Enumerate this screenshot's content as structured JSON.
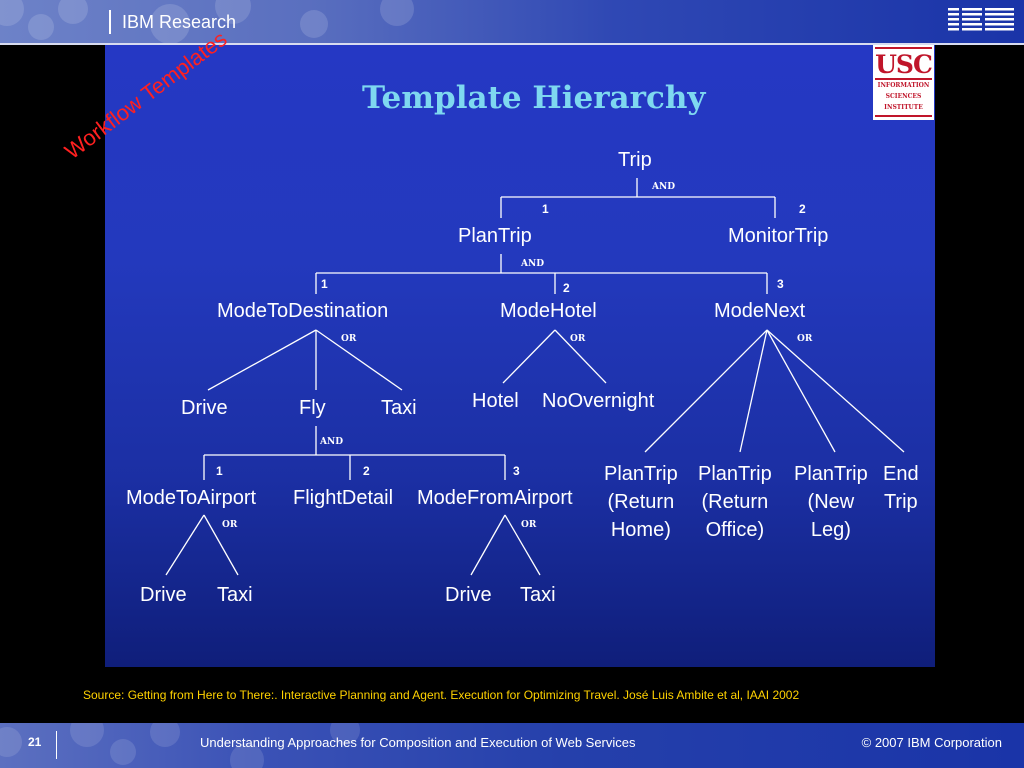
{
  "header": {
    "title": "IBM Research",
    "logo": "IBM"
  },
  "diagram": {
    "title": "Template Hierarchy",
    "watermark": "Workflow Templates",
    "usc_logo": {
      "name": "USC",
      "lines": [
        "INFORMATION",
        "SCIENCES",
        "INSTITUTE"
      ]
    },
    "nodes": {
      "trip": "Trip",
      "plan_trip": "PlanTrip",
      "monitor_trip": "MonitorTrip",
      "mode_to_destination": "ModeToDestination",
      "mode_hotel": "ModeHotel",
      "mode_next": "ModeNext",
      "drive_1": "Drive",
      "fly": "Fly",
      "taxi_1": "Taxi",
      "hotel": "Hotel",
      "no_overnight": "NoOvernight",
      "mode_to_airport": "ModeToAirport",
      "flight_detail": "FlightDetail",
      "mode_from_airport": "ModeFromAirport",
      "plan_trip_return_home": [
        "PlanTrip",
        "(Return",
        "Home)"
      ],
      "plan_trip_return_office": [
        "PlanTrip",
        "(Return",
        "Office)"
      ],
      "plan_trip_new_leg": [
        "PlanTrip",
        "(New",
        "Leg)"
      ],
      "end_trip": [
        "End",
        "Trip"
      ],
      "drive_2": "Drive",
      "taxi_2": "Taxi",
      "drive_3": "Drive",
      "taxi_3": "Taxi"
    },
    "relations": {
      "trip": "AND",
      "plan_trip": "AND",
      "mode_to_destination": "OR",
      "mode_hotel": "OR",
      "mode_next": "OR",
      "fly": "AND",
      "mode_to_airport": "OR",
      "mode_from_airport": "OR"
    },
    "order_numbers": {
      "plan_trip": "1",
      "monitor_trip": "2",
      "mode_to_destination": "1",
      "mode_hotel": "2",
      "mode_next": "3",
      "mode_to_airport": "1",
      "flight_detail": "2",
      "mode_from_airport": "3"
    }
  },
  "source": "Source: Getting from Here to There:. Interactive Planning and Agent. Execution for Optimizing Travel. José Luis Ambite et al, IAAI 2002",
  "footer": {
    "slide_number": "21",
    "title": "Understanding Approaches for Composition and Execution of Web Services",
    "copyright": "© 2007 IBM Corporation"
  }
}
